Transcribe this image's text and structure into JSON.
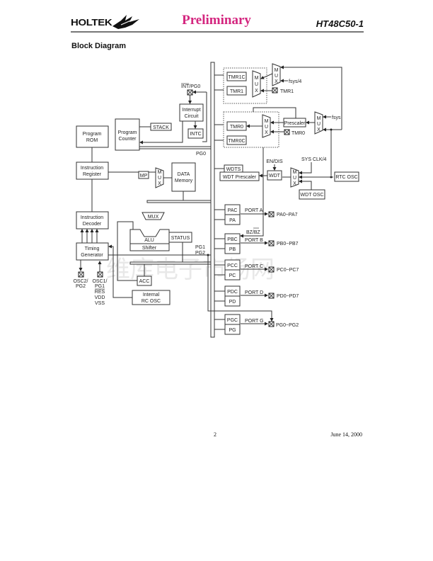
{
  "header": {
    "logo_text": "HOLTEK",
    "title": "Preliminary",
    "part_number": "HT48C50-1",
    "title_color": "#d4267f"
  },
  "section_title": "Block Diagram",
  "diagram": {
    "blocks": {
      "program_rom": [
        "Program",
        "ROM"
      ],
      "program_counter": [
        "Program",
        "Counter"
      ],
      "stack": "STACK",
      "interrupt_circuit": [
        "Interrupt",
        "Circuit"
      ],
      "intc": "INTC",
      "instruction_register": [
        "Instruction",
        "Register"
      ],
      "mp": "MP",
      "mux_small": [
        "M",
        "U",
        "X"
      ],
      "data_memory": [
        "DATA",
        "Memory"
      ],
      "mux_wide": "MUX",
      "instruction_decoder": [
        "Instruction",
        "Decoder"
      ],
      "alu": "ALU",
      "shifter": "Shifter",
      "status": "STATUS",
      "timing_generator": [
        "Timing",
        "Generator"
      ],
      "acc": "ACC",
      "internal_rc_osc": [
        "Internal",
        "RC OSC"
      ],
      "tmr1c": "TMR1C",
      "tmr1": "TMR1",
      "tmr0": "TMR0",
      "tmr0c": "TMR0C",
      "prescaler": "Prescaler",
      "wdts": "WDTS",
      "wdt_prescaler": "WDT Prescaler",
      "wdt": "WDT",
      "rtc_osc": "RTC OSC",
      "wdt_osc": "WDT OSC",
      "pac": "PAC",
      "pa": "PA",
      "pbc": "PBC",
      "pb": "PB",
      "pcc": "PCC",
      "pc": "PC",
      "pdc": "PDC",
      "pd": "PD",
      "pgc": "PGC",
      "pg": "PG"
    },
    "labels": {
      "int_pg0": "INT/PG0",
      "int_bar": "INT",
      "pg0_suffix": "/PG0",
      "pg0": "PG0",
      "pg1": "PG1",
      "pg2": "PG2",
      "fsys_4": "fsys/4",
      "fsys": "fsys",
      "tmr1_pin": "TMR1",
      "tmr0_pin": "TMR0",
      "en_dis": "EN/DIS",
      "sys_clk_4": "SYS CLK/4",
      "port_a": "PORT A",
      "port_b": "PORT B",
      "port_c": "PORT C",
      "port_d": "PORT D",
      "port_g": "PORT G",
      "pa_pins": "PA0~PA7",
      "pb_pins": "PB0~PB7",
      "pc_pins": "PC0~PC7",
      "pd_pins": "PD0~PD7",
      "pg_pins": "PG0~PG2",
      "bz": "BZ/BZ",
      "osc2_pg2": [
        "OSC2/",
        "PG2"
      ],
      "osc1_pg1": [
        "OSC1/",
        "PG1"
      ],
      "res": "RES",
      "vdd": "VDD",
      "vss": "VSS"
    },
    "watermark": "维库电子市场网"
  },
  "footer": {
    "page_number": "2",
    "date": "June 14, 2000"
  }
}
